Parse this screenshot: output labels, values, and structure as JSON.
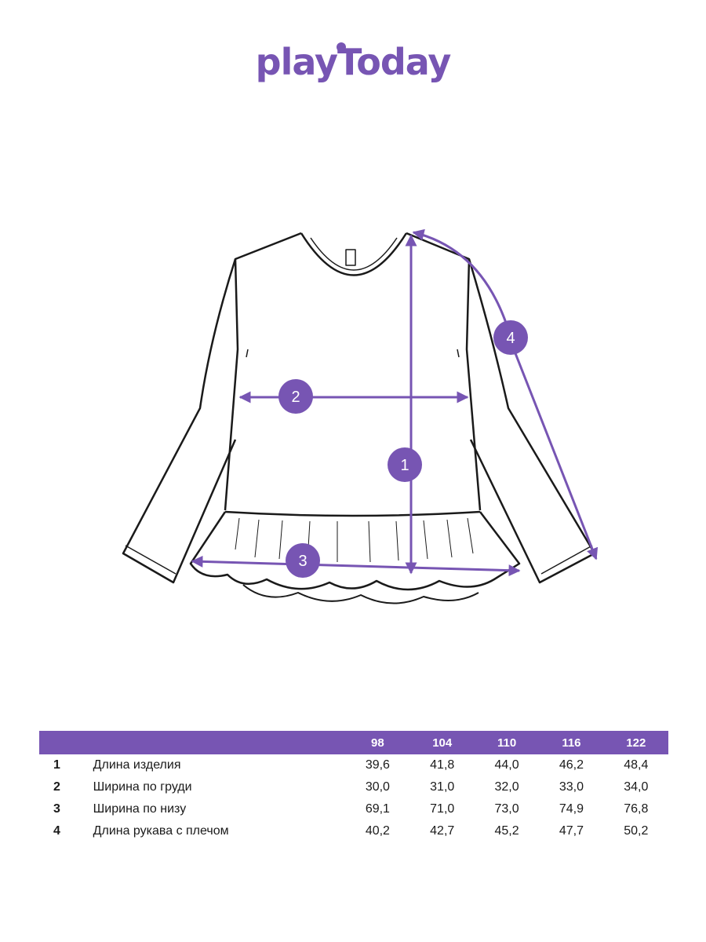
{
  "brand": {
    "logo_text": "playToday",
    "accent_color": "#7755b3"
  },
  "drawing": {
    "markers": [
      {
        "number": "1",
        "measurement": "length"
      },
      {
        "number": "2",
        "measurement": "chest width"
      },
      {
        "number": "3",
        "measurement": "hem width"
      },
      {
        "number": "4",
        "measurement": "sleeve length with shoulder"
      }
    ]
  },
  "size_table": {
    "sizes": [
      "98",
      "104",
      "110",
      "116",
      "122"
    ],
    "rows": [
      {
        "num": "1",
        "name": "Длина изделия",
        "values": [
          "39,6",
          "41,8",
          "44,0",
          "46,2",
          "48,4"
        ]
      },
      {
        "num": "2",
        "name": "Ширина по груди",
        "values": [
          "30,0",
          "31,0",
          "32,0",
          "33,0",
          "34,0"
        ]
      },
      {
        "num": "3",
        "name": "Ширина по низу",
        "values": [
          "69,1",
          "71,0",
          "73,0",
          "74,9",
          "76,8"
        ]
      },
      {
        "num": "4",
        "name": "Длина рукава с плечом",
        "values": [
          "40,2",
          "42,7",
          "45,2",
          "47,7",
          "50,2"
        ]
      }
    ]
  }
}
